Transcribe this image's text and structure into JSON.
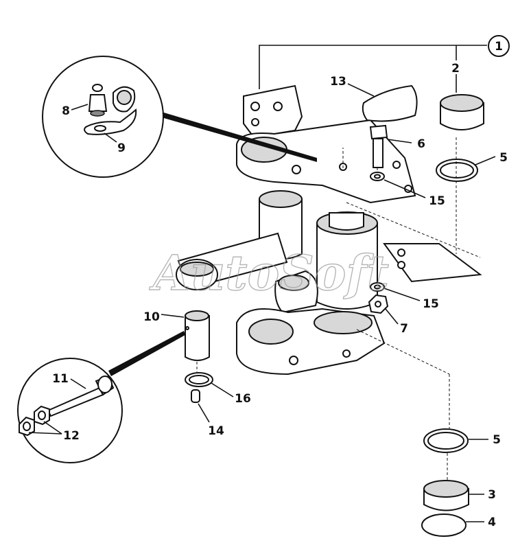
{
  "watermark": "AutoSoft",
  "callouts": {
    "c1": "1",
    "c2": "2",
    "c3": "3",
    "c4": "4",
    "c5a": "5",
    "c5b": "5",
    "c6": "6",
    "c7": "7",
    "c8": "8",
    "c9": "9",
    "c10": "10",
    "c11": "11",
    "c12": "12",
    "c13": "13",
    "c14": "14",
    "c15a": "15",
    "c15b": "15",
    "c16": "16"
  }
}
